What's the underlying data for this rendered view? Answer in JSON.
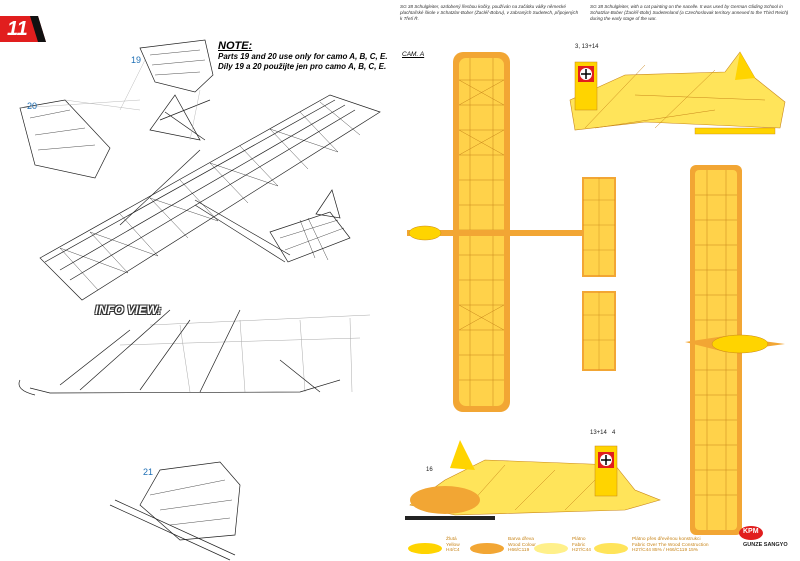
{
  "page_number": "11",
  "note": {
    "title": "NOTE:",
    "line1": "Parts 19 and 20 use only for camo A, B, C, E.",
    "line2": "Díly 19 a 20 použijte jen pro camo A, B, C, E."
  },
  "callouts": {
    "part19": "19",
    "part20": "20",
    "part21": "21"
  },
  "info_view": "INFO VIEW:",
  "description_cz": "SG 38 Schulgleiter, ozdobený lřesbou kočky, používán na začátku války německé plachtařské škole v Schatzlar-Bober (Žacléř-Bobru), v zabraných Sudetech, připojených k Třetí Ř.",
  "description_en": "SG 38 Schulgleiter, with a cat painting on the nacelle. It was used by German Gliding School in Schatzlar-Bober (Žacléř-Bobr) Sudetenland (a Czechoslovak territory annexed to the Third Reich) during the early stage of the war.",
  "camo_label": "CAM. A",
  "decal_labels": {
    "top_tail": "3, 13+14",
    "bottom_tail": "13+14",
    "bottom_4": "4",
    "bottom_16": "16"
  },
  "legend": [
    {
      "l1": "Žlutá",
      "l2": "Yellow",
      "l3": "H4/C4",
      "color": "#ffd400"
    },
    {
      "l1": "Barva dřeva",
      "l2": "Wood Colour",
      "l3": "H66/C119",
      "color": "#f2a634"
    },
    {
      "l1": "Plátno",
      "l2": "Fabric",
      "l3": "H27/C44",
      "color": "#fff08a"
    },
    {
      "l1": "Plátno přes dřevěnou konstrukci",
      "l2": "Fabric Over The Wood Construction",
      "l3": "H27/C44 85% / H66/C119 15%",
      "color": "#ffe45a"
    }
  ],
  "logos": {
    "brand1": "KPM",
    "brand2": "GUNZE SANGYO"
  },
  "colors": {
    "accent": "#e11e1e",
    "yellow": "#ffd400",
    "wood": "#f2a634",
    "fabric": "#fff08a"
  }
}
